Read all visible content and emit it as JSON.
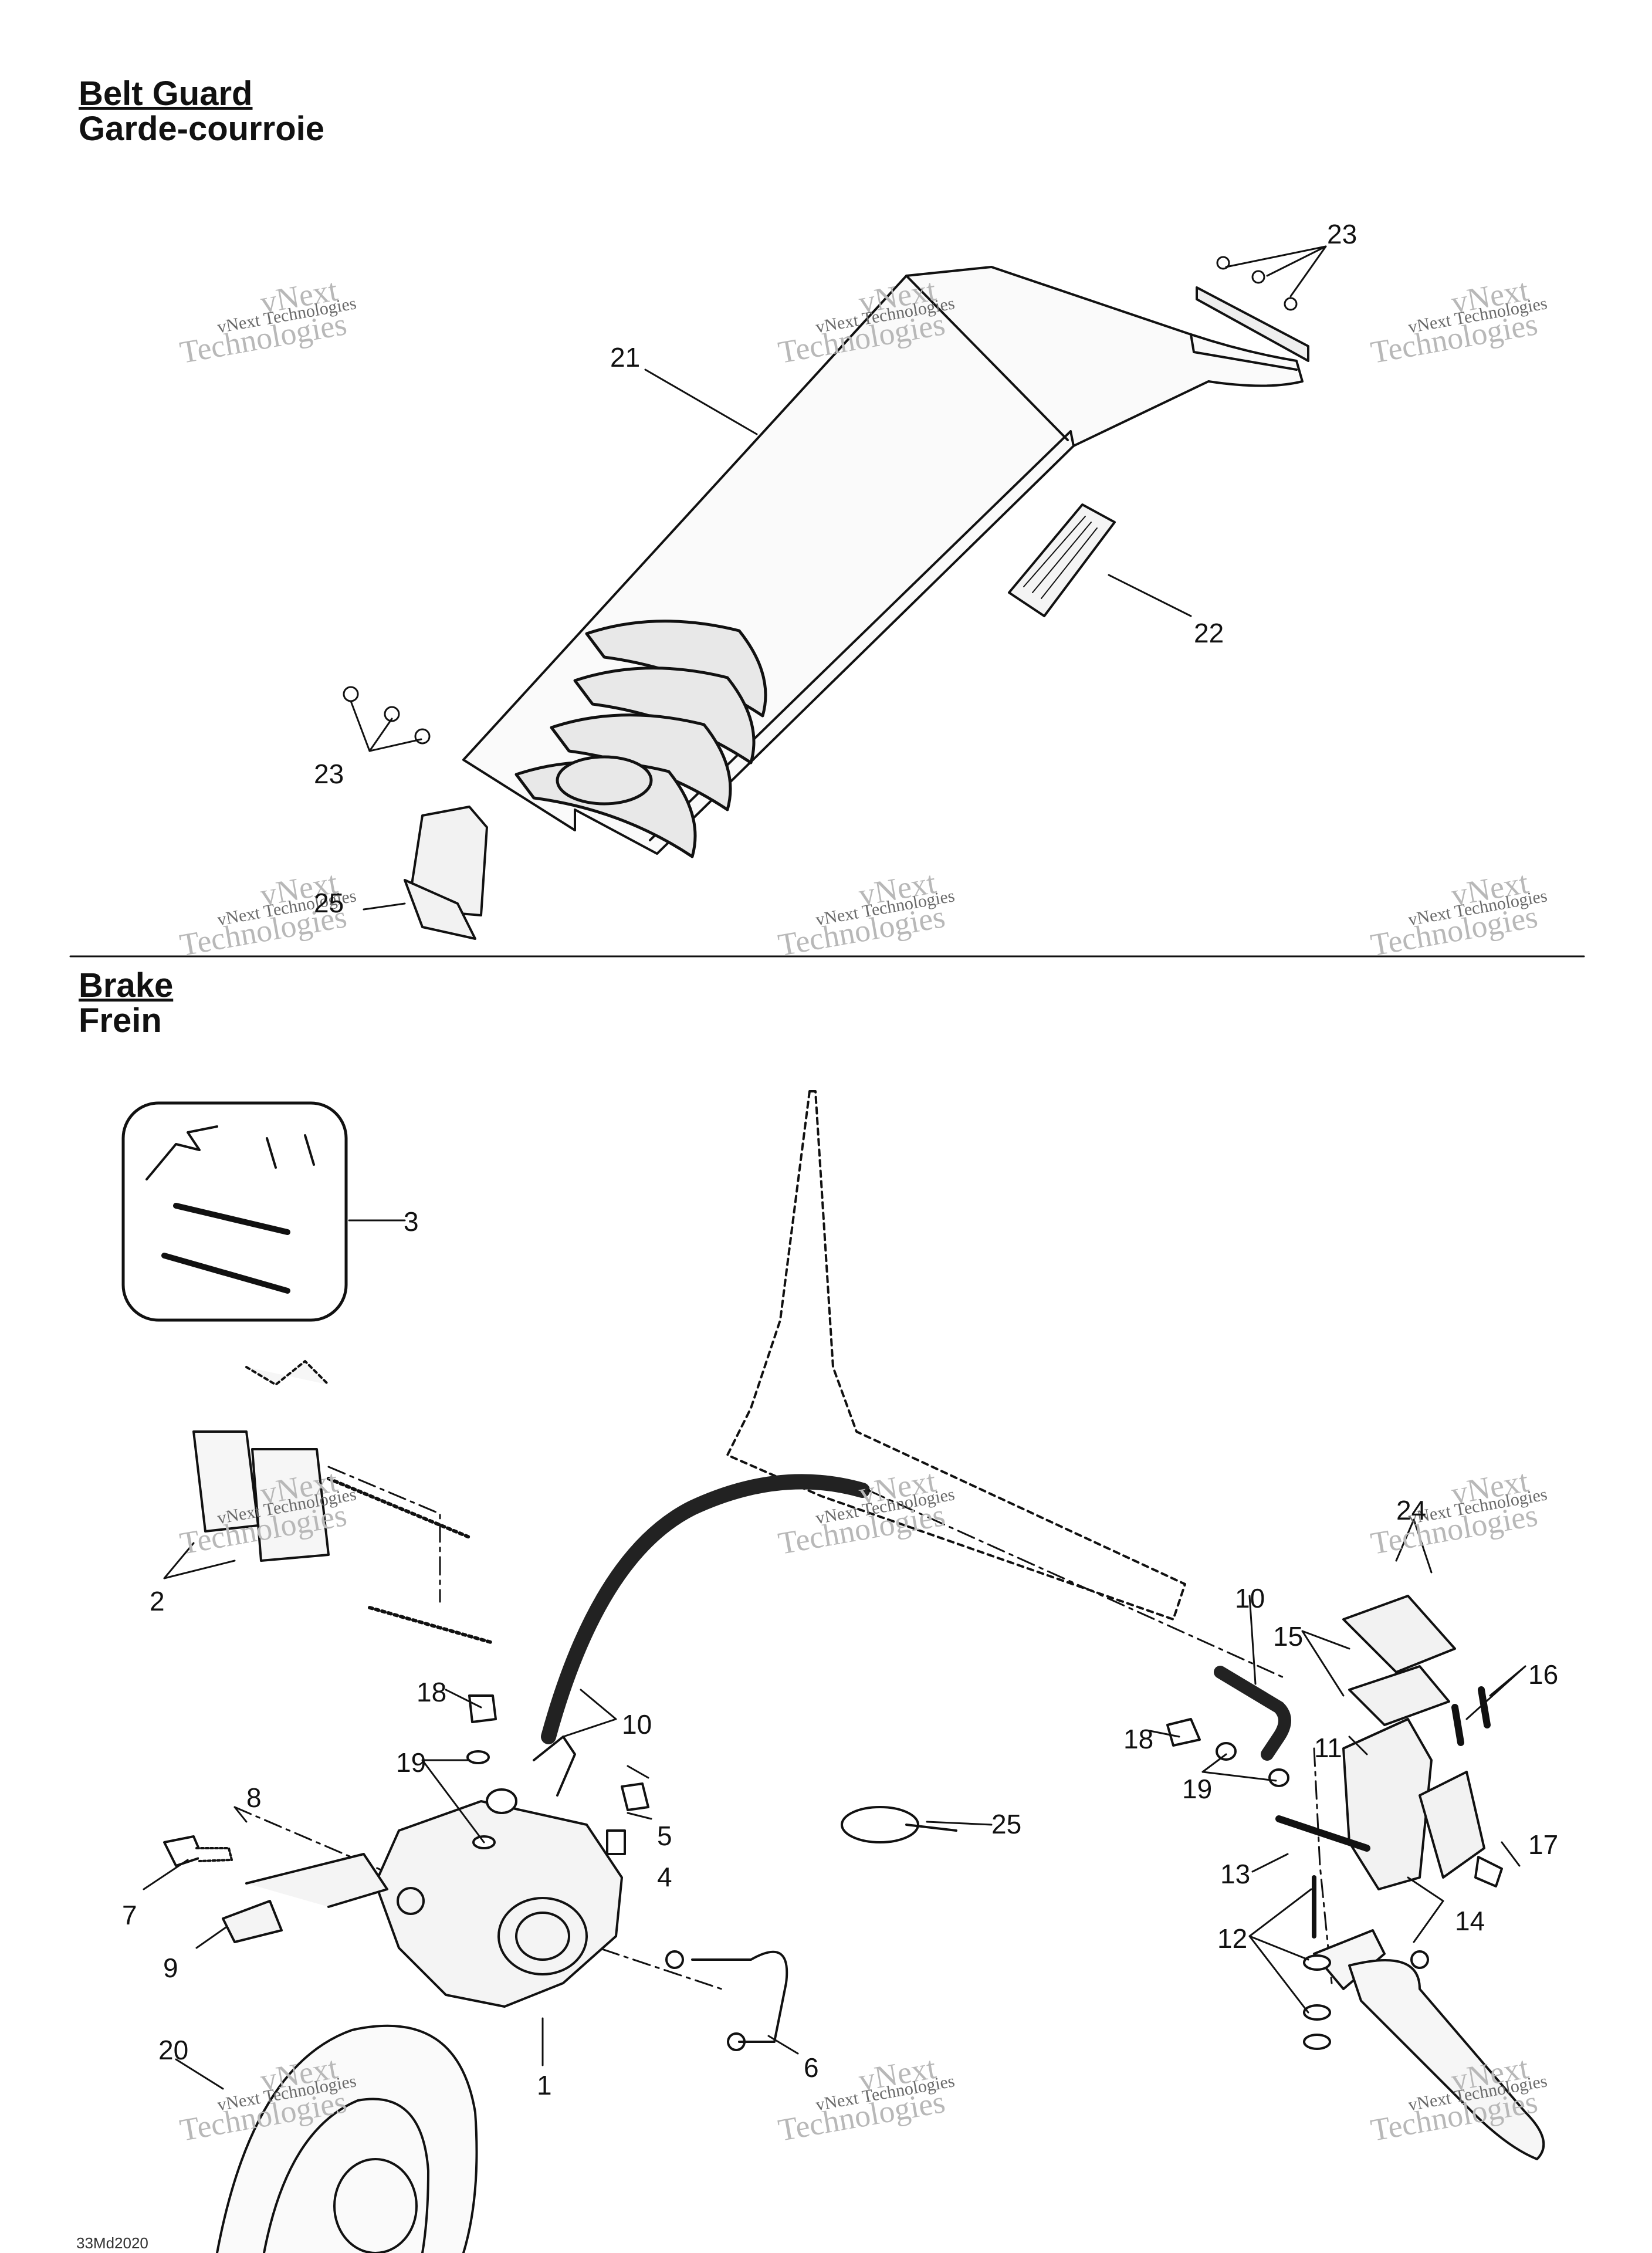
{
  "sections": {
    "belt_guard": {
      "title": "Belt Guard",
      "subtitle": "Garde-courroie"
    },
    "brake": {
      "title": "Brake",
      "subtitle": "Frein"
    }
  },
  "watermark": {
    "line1": "vNext",
    "line2": "Technologies",
    "small": "vNext Technologies"
  },
  "belt_guard_callouts": [
    "21",
    "22",
    "23",
    "23",
    "25"
  ],
  "brake_callouts": [
    "1",
    "2",
    "3",
    "4",
    "5",
    "6",
    "7",
    "8",
    "9",
    "10",
    "10",
    "11",
    "12",
    "13",
    "14",
    "15",
    "16",
    "17",
    "18",
    "18",
    "19",
    "19",
    "20",
    "24",
    "25"
  ],
  "footer_code": "33Md2020"
}
